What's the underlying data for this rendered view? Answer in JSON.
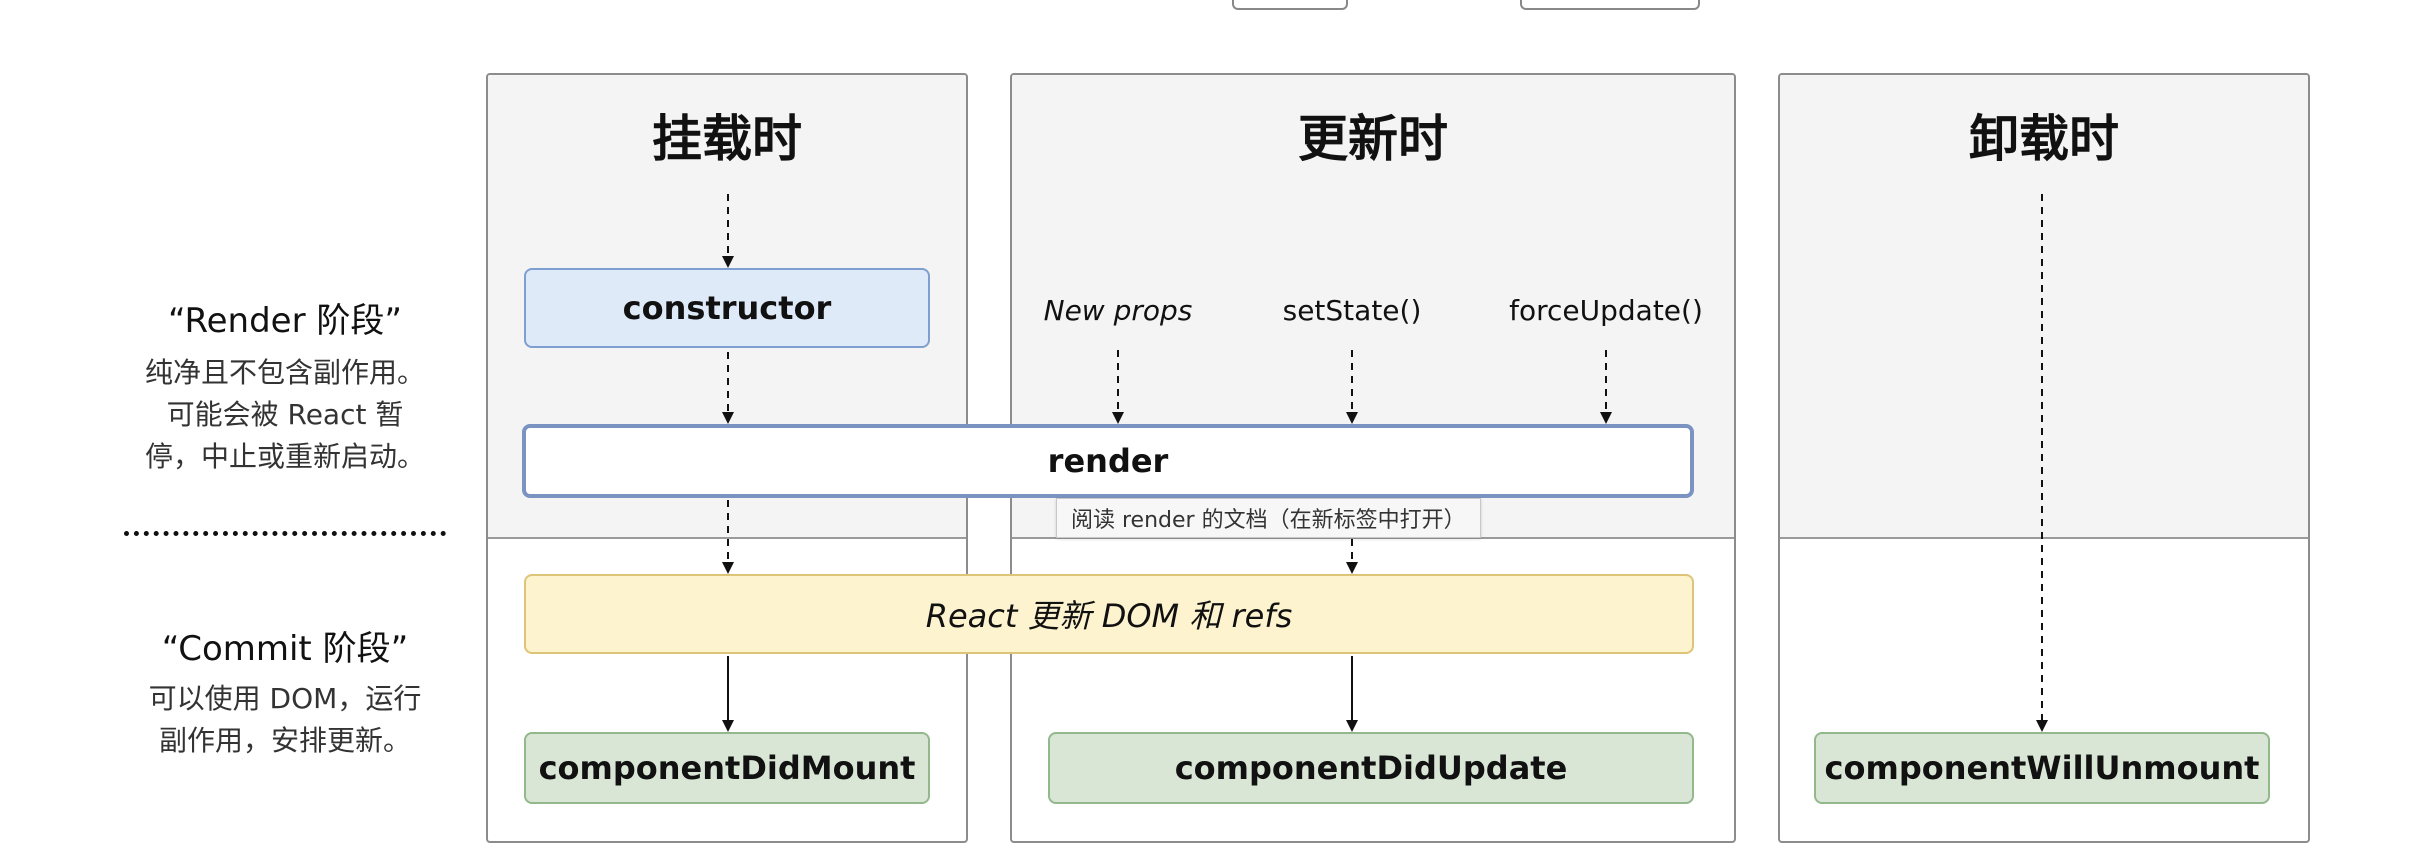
{
  "columns": {
    "mount": {
      "title": "挂载时"
    },
    "update": {
      "title": "更新时"
    },
    "unmount": {
      "title": "卸载时"
    }
  },
  "nodes": {
    "constructor": "constructor",
    "render": "render",
    "react_updates_dom": "React 更新 DOM 和 refs",
    "component_did_mount": "componentDidMount",
    "component_did_update": "componentDidUpdate",
    "component_will_unmount": "componentWillUnmount"
  },
  "triggers": {
    "new_props": "New props",
    "set_state": "setState()",
    "force_update": "forceUpdate()"
  },
  "phases": {
    "render": {
      "title": "“Render 阶段”",
      "desc_lines": [
        "纯净且不包含副作用。",
        "可能会被 React 暂",
        "停，中止或重新启动。"
      ]
    },
    "commit": {
      "title": "“Commit 阶段”",
      "desc_lines": [
        "可以使用 DOM，运行",
        "副作用，安排更新。"
      ]
    }
  },
  "tooltip": "阅读 render 的文档（在新标签中打开）",
  "colors": {
    "render_phase_bg": "#f4f4f4",
    "constructor_fill": "#dfeaf8",
    "render_border": "#7b93c2",
    "commit_fill": "#fdf3cf",
    "lifecycle_fill": "#d9e6d6"
  }
}
